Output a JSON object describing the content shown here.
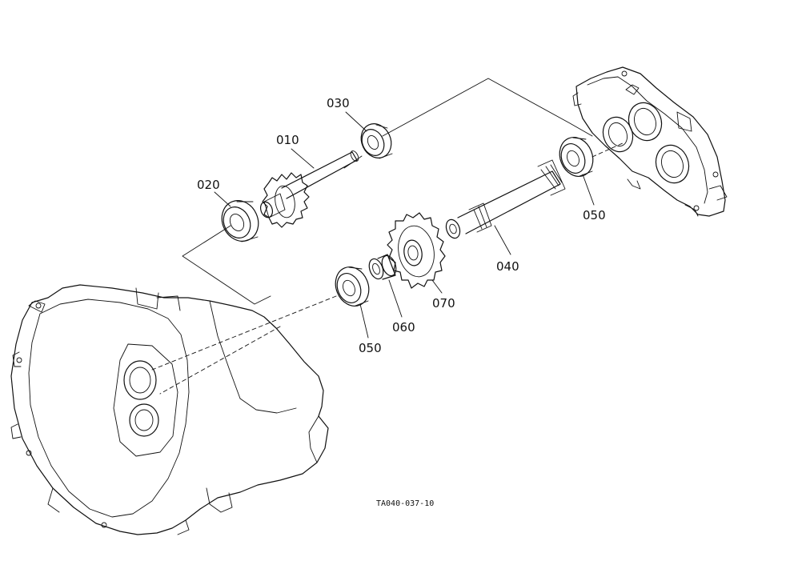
{
  "callouts": {
    "p010": "010",
    "p020": "020",
    "p030": "030",
    "p040": "040",
    "p050_right": "050",
    "p050_left": "050",
    "p060": "060",
    "p070": "070"
  },
  "drawing_code": "TA040-037-10",
  "colors": {
    "line": "#111111",
    "background": "#ffffff"
  }
}
